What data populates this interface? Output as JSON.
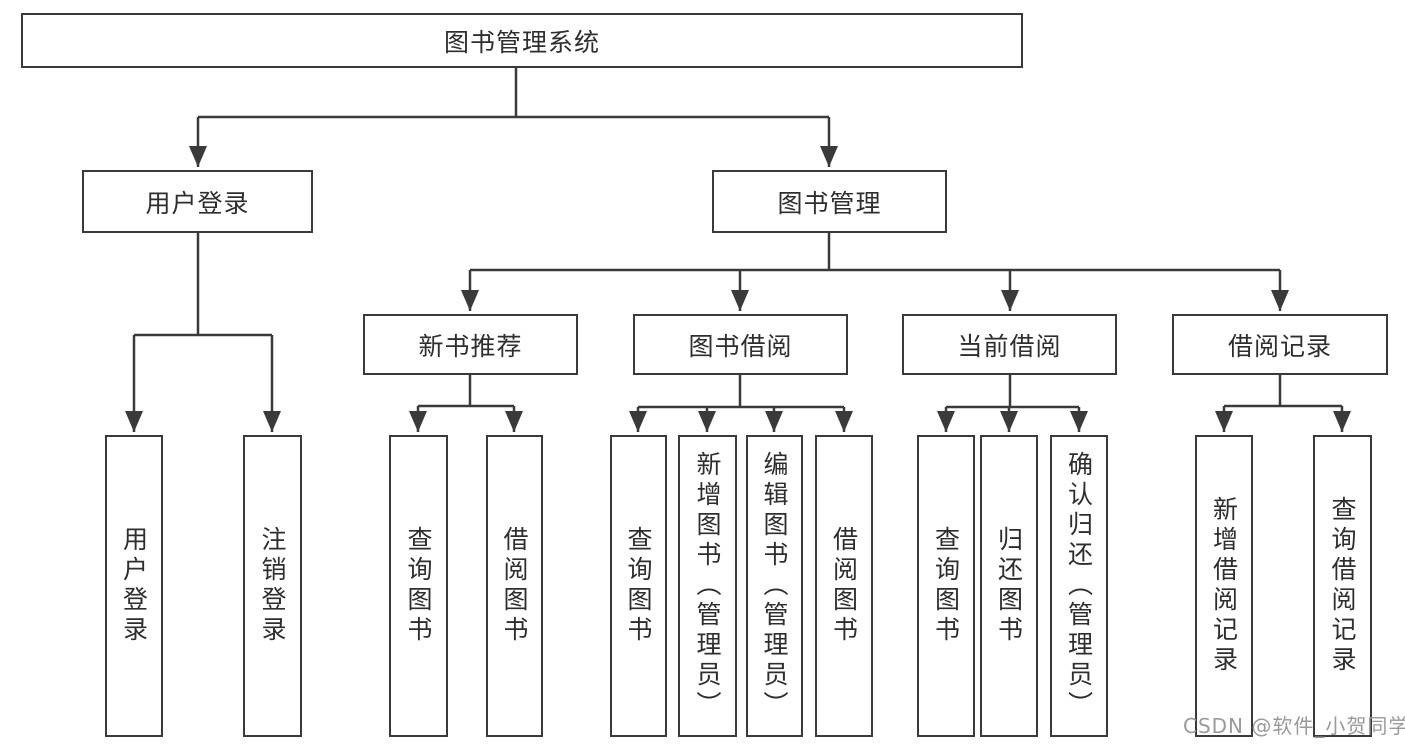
{
  "diagram": {
    "tree": {
      "label": "图书管理系统",
      "children": [
        {
          "label": "用户登录",
          "children": [
            {
              "label": "用户登录"
            },
            {
              "label": "注销登录"
            }
          ]
        },
        {
          "label": "图书管理",
          "children": [
            {
              "label": "新书推荐",
              "children": [
                {
                  "label": "查询图书"
                },
                {
                  "label": "借阅图书"
                }
              ]
            },
            {
              "label": "图书借阅",
              "children": [
                {
                  "label": "查询图书"
                },
                {
                  "label": "新增图书（管理员）"
                },
                {
                  "label": "编辑图书（管理员）"
                },
                {
                  "label": "借阅图书"
                }
              ]
            },
            {
              "label": "当前借阅",
              "children": [
                {
                  "label": "查询图书"
                },
                {
                  "label": "归还图书"
                },
                {
                  "label": "确认归还（管理员）"
                }
              ]
            },
            {
              "label": "借阅记录",
              "children": [
                {
                  "label": "新增借阅记录"
                },
                {
                  "label": "查询借阅记录"
                }
              ]
            }
          ]
        }
      ]
    }
  },
  "watermark": {
    "text": "CSDN @软件_小贺同学"
  },
  "colors": {
    "line": "#3a3a3a",
    "box_border": "#3a3a3a",
    "text": "#2e2e2e",
    "watermark": "#9a9a9a",
    "background": "#ffffff"
  }
}
